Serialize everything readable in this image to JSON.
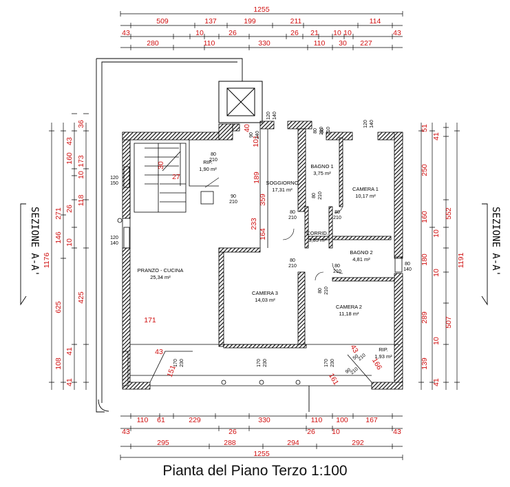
{
  "title": "Pianta del Piano Terzo 1:100",
  "section_label": "SEZIONE A-A'",
  "rooms": [
    {
      "name": "RIP.",
      "area": "1,90 m²"
    },
    {
      "name": "SOGGIORNO",
      "area": "17,31 m²"
    },
    {
      "name": "BAGNO 1",
      "area": "3,75 m²"
    },
    {
      "name": "CAMERA 1",
      "area": "10,17 m²"
    },
    {
      "name": "CORRID.",
      "area": "3,85 m²"
    },
    {
      "name": "BAGNO 2",
      "area": "4,81 m²"
    },
    {
      "name": "PRANZO - CUCINA",
      "area": "25,34 m²"
    },
    {
      "name": "CAMERA 3",
      "area": "14,03 m²"
    },
    {
      "name": "CAMERA 2",
      "area": "11,18 m²"
    },
    {
      "name": "RIP.",
      "area": "1,93 m²"
    }
  ],
  "dims_top": {
    "total": "1255",
    "row1": [
      "509",
      "137",
      "199",
      "211",
      "114"
    ],
    "row2": [
      "43",
      "10",
      "26",
      "26",
      "21",
      "10",
      "10",
      "43"
    ],
    "row3": [
      "280",
      "110",
      "330",
      "110",
      "30",
      "227"
    ]
  },
  "dims_bottom": {
    "row1": [
      "110",
      "61",
      "229",
      "330",
      "110",
      "100",
      "167"
    ],
    "row2": [
      "43",
      "26",
      "26",
      "10",
      "43"
    ],
    "row3": [
      "295",
      "288",
      "294",
      "292"
    ],
    "total": "1255"
  },
  "dims_left": {
    "total": "1176",
    "mid": [
      "271",
      "146",
      "625",
      "108"
    ],
    "inner": [
      "36",
      "43",
      "160",
      "10",
      "173",
      "26",
      "118",
      "10",
      "425",
      "41",
      "41"
    ]
  },
  "dims_right": {
    "total": "1191",
    "mid": [
      "552",
      "507"
    ],
    "inner": [
      "51",
      "41",
      "250",
      "160",
      "10",
      "180",
      "10",
      "289",
      "10",
      "139",
      "41"
    ]
  },
  "interior_dims": [
    "30",
    "27",
    "171",
    "43",
    "151",
    "161",
    "43",
    "166",
    "189",
    "359",
    "233",
    "164",
    "101",
    "40"
  ],
  "openings": [
    "80/210",
    "90/210",
    "120/150",
    "120/140",
    "90/240",
    "120/140",
    "80/140",
    "120/140",
    "170/230",
    "170/230",
    "170/230",
    "80/210",
    "80/210",
    "80/210",
    "80/210",
    "80/210",
    "80/210",
    "80/210",
    "50/210",
    "90/210",
    "80/210"
  ]
}
